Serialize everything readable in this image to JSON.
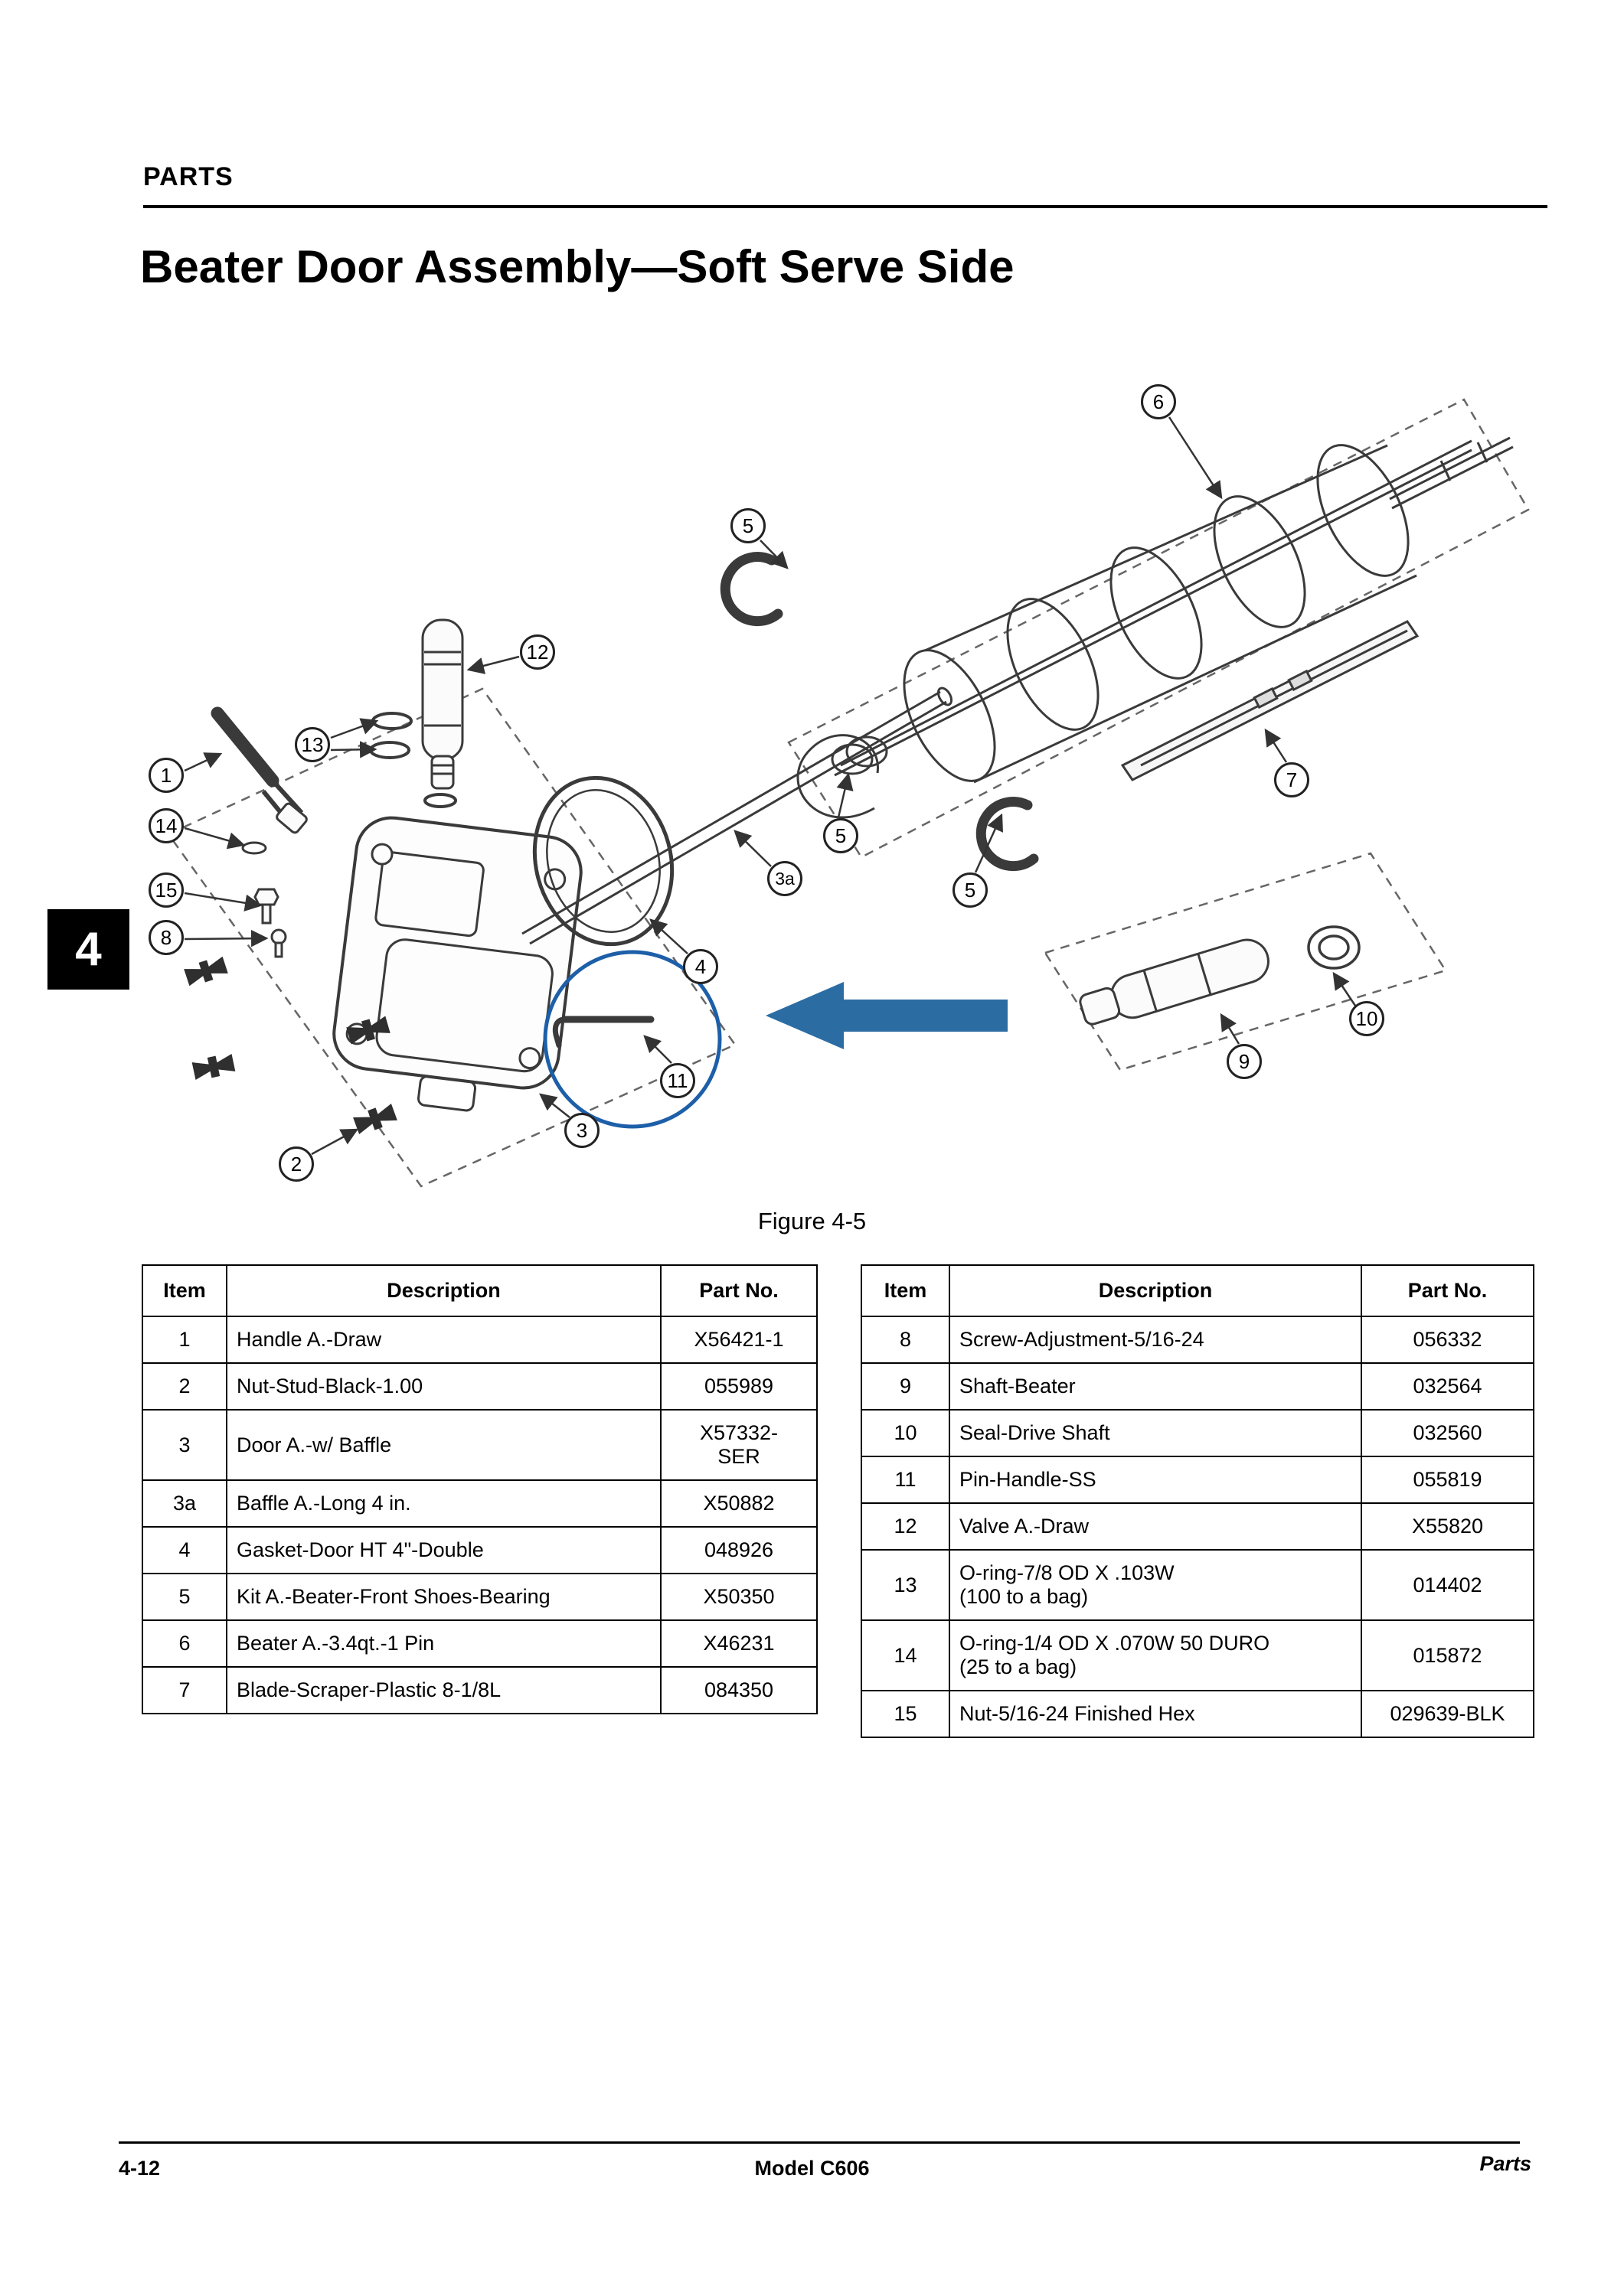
{
  "page": {
    "header": "PARTS",
    "title": "Beater Door Assembly—Soft Serve Side",
    "chapter_tab": "4",
    "footer": {
      "left": "4-12",
      "center": "Model C606",
      "right": "Parts"
    }
  },
  "figure": {
    "caption": "Figure 4-5"
  },
  "diagram": {
    "colors": {
      "arrow_blue": "#2b6ca3",
      "highlight_blue": "#1d5fa8"
    },
    "callouts": [
      {
        "label": "6"
      },
      {
        "label": "5"
      },
      {
        "label": "12"
      },
      {
        "label": "13"
      },
      {
        "label": "1"
      },
      {
        "label": "14"
      },
      {
        "label": "15"
      },
      {
        "label": "8"
      },
      {
        "label": "7"
      },
      {
        "label": "5"
      },
      {
        "label": "3a"
      },
      {
        "label": "5"
      },
      {
        "label": "4"
      },
      {
        "label": "10"
      },
      {
        "label": "9"
      },
      {
        "label": "11"
      },
      {
        "label": "3"
      },
      {
        "label": "2"
      }
    ]
  },
  "tables": {
    "headers": {
      "item": "Item",
      "description": "Description",
      "part_no": "Part No."
    },
    "left": {
      "rows": [
        {
          "item": "1",
          "description": "Handle A.-Draw",
          "part_no": "X56421-1"
        },
        {
          "item": "2",
          "description": "Nut-Stud-Black-1.00",
          "part_no": "055989"
        },
        {
          "item": "3",
          "description": "Door A.-w/ Baffle",
          "part_no": "X57332-\nSER"
        },
        {
          "item": "3a",
          "description": "Baffle A.-Long 4 in.",
          "part_no": "X50882"
        },
        {
          "item": "4",
          "description": "Gasket-Door HT 4\"-Double",
          "part_no": "048926"
        },
        {
          "item": "5",
          "description": "Kit A.-Beater-Front Shoes-Bearing",
          "part_no": "X50350"
        },
        {
          "item": "6",
          "description": "Beater A.-3.4qt.-1 Pin",
          "part_no": "X46231"
        },
        {
          "item": "7",
          "description": "Blade-Scraper-Plastic 8-1/8L",
          "part_no": "084350"
        }
      ]
    },
    "right": {
      "rows": [
        {
          "item": "8",
          "description": "Screw-Adjustment-5/16-24",
          "part_no": "056332"
        },
        {
          "item": "9",
          "description": "Shaft-Beater",
          "part_no": "032564"
        },
        {
          "item": "10",
          "description": "Seal-Drive Shaft",
          "part_no": "032560"
        },
        {
          "item": "11",
          "description": "Pin-Handle-SS",
          "part_no": "055819"
        },
        {
          "item": "12",
          "description": "Valve A.-Draw",
          "part_no": "X55820"
        },
        {
          "item": "13",
          "description": "O-ring-7/8 OD X .103W\n(100 to a bag)",
          "part_no": "014402"
        },
        {
          "item": "14",
          "description": "O-ring-1/4 OD X .070W 50 DURO\n(25 to a bag)",
          "part_no": "015872"
        },
        {
          "item": "15",
          "description": "Nut-5/16-24 Finished Hex",
          "part_no": "029639-BLK"
        }
      ]
    }
  }
}
